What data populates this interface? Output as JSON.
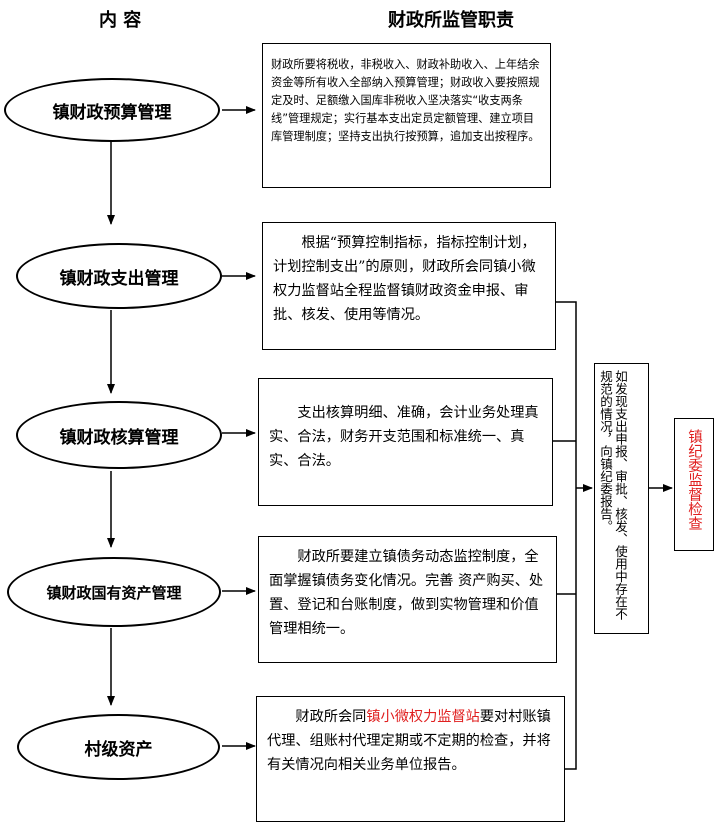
{
  "headers": {
    "content": "内 容",
    "duties": "财政所监管职责"
  },
  "nodes": [
    {
      "label": "镇财政预算管理",
      "desc": "财政所要将税收，非税收入、财政补助收入、上年结余资金等所有收入全部纳入预算管理；财政收入要按照规定及时、足额缴入国库非税收入坚决落实“收支两条线”管理规定；实行基本支出定员定额管理、建立项目库管理制度；坚持支出执行按预算，追加支出按程序。"
    },
    {
      "label": "镇财政支出管理",
      "desc": "根据“预算控制指标，指标控制计划，计划控制支出”的原则，财政所会同镇小微权力监督站全程监督镇财政资金申报、审批、核发、使用等情况。"
    },
    {
      "label": "镇财政核算管理",
      "desc": "支出核算明细、准确，会计业务处理真实、合法，财务开支范围和标准统一、真实、合法。"
    },
    {
      "label": "镇财政国有资产管理",
      "desc": "财政所要建立镇债务动态监控制度，全面掌握镇债务变化情况。完善 资产购买、处置、登记和台账制度，做到实物管理和价值管理相统一。"
    },
    {
      "label": "村级资产",
      "desc_pre": "财政所会同",
      "desc_highlight": "镇小微权力监督站",
      "desc_post": "要对村账镇代理、组账村代理定期或不定期的检查，并将有关情况向相关业务单位报告。"
    }
  ],
  "report_box": "如发现支出申报、审批、核发、使用中存在不规范的情况，向镇纪委报告。",
  "final_box": "镇纪委监督检查",
  "colors": {
    "highlight": "#e02020",
    "line": "#000000"
  }
}
